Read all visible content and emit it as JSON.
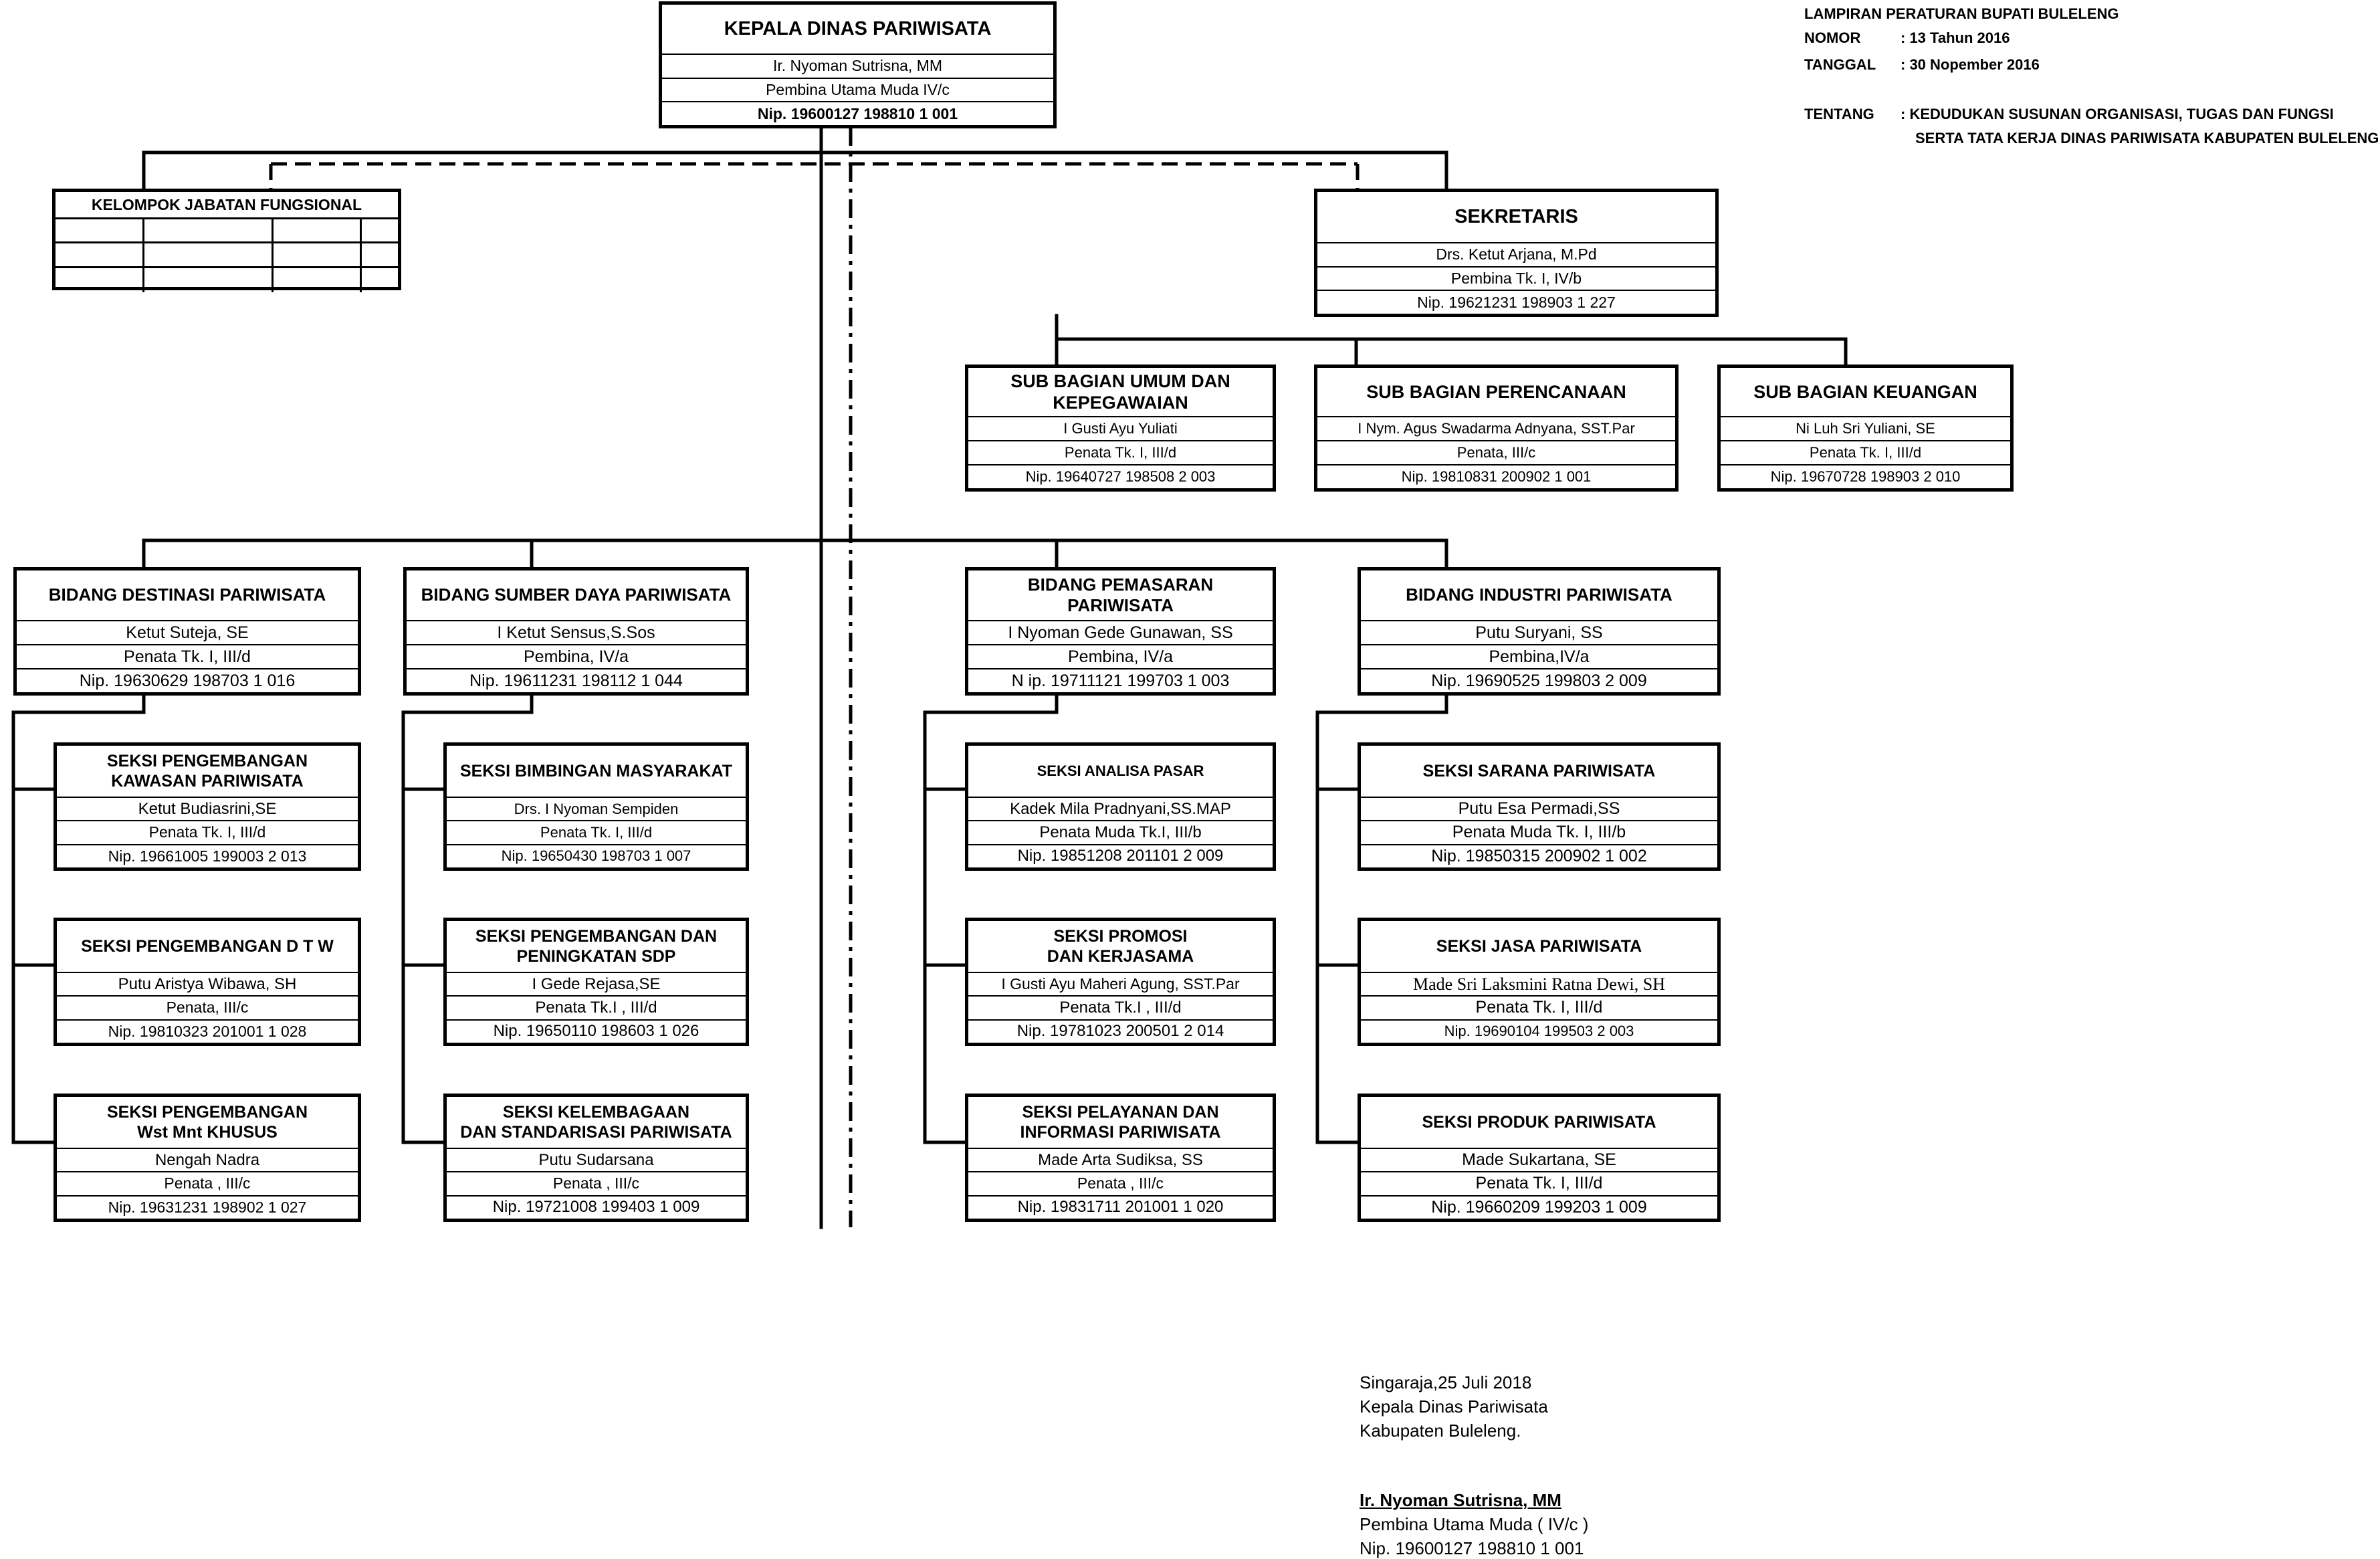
{
  "header_note": {
    "line1": "LAMPIRAN PERATURAN BUPATI BULELENG",
    "nomor_label": "NOMOR",
    "nomor_value": ": 13 Tahun 2016",
    "tanggal_label": "TANGGAL",
    "tanggal_value": ": 30 Nopember 2016",
    "tentang_label": "TENTANG",
    "tentang_value1": ": KEDUDUKAN SUSUNAN ORGANISASI, TUGAS DAN FUNGSI",
    "tentang_value2": "SERTA TATA KERJA DINAS PARIWISATA KABUPATEN BULELENG"
  },
  "kepala": {
    "title": "KEPALA DINAS PARIWISATA",
    "name": "Ir. Nyoman Sutrisna, MM",
    "rank": "Pembina Utama Muda IV/c",
    "nip": "Nip. 19600127 198810 1 001"
  },
  "fungsional": {
    "title": "KELOMPOK JABATAN FUNGSIONAL"
  },
  "sekretaris": {
    "title": "SEKRETARIS",
    "name": "Drs. Ketut Arjana, M.Pd",
    "rank": "Pembina Tk. I, IV/b",
    "nip": "Nip. 19621231 198903 1 227"
  },
  "subbagian": [
    {
      "title": "SUB BAGIAN  UMUM DAN KEPEGAWAIAN",
      "name": "I Gusti Ayu Yuliati",
      "rank": "Penata Tk. I, III/d",
      "nip": "Nip. 19640727 198508 2 003"
    },
    {
      "title": "SUB BAGIAN PERENCANAAN",
      "name": "I Nym. Agus Swadarma Adnyana, SST.Par",
      "rank": "Penata,  III/c",
      "nip": "Nip. 19810831 200902 1 001"
    },
    {
      "title": "SUB BAGIAN  KEUANGAN",
      "name": "Ni Luh Sri Yuliani, SE",
      "rank": "Penata  Tk. I, III/d",
      "nip": "Nip. 19670728 198903 2 010"
    }
  ],
  "bidang": [
    {
      "title": "BIDANG DESTINASI PARIWISATA",
      "name": "Ketut Suteja, SE",
      "rank": "Penata Tk. I, III/d",
      "nip": "Nip. 19630629 198703 1 016",
      "seksi": [
        {
          "title1": "SEKSI PENGEMBANGAN",
          "title2": "KAWASAN  PARIWISATA",
          "name": "Ketut Budiasrini,SE",
          "rank": "Penata  Tk. I, III/d",
          "nip": "Nip. 19661005 199003 2 013"
        },
        {
          "title1": "SEKSI PENGEMBANGAN D T W",
          "title2": "",
          "name": "Putu Aristya Wibawa, SH",
          "rank": "Penata, III/c",
          "nip": "Nip. 19810323 201001 1 028"
        },
        {
          "title1": "SEKSI PENGEMBANGAN",
          "title2": "Wst Mnt KHUSUS",
          "name": "Nengah Nadra",
          "rank": "Penata , III/c",
          "nip": "Nip. 19631231 198902 1 027"
        }
      ]
    },
    {
      "title": "BIDANG SUMBER DAYA PARIWISATA",
      "name": "I Ketut Sensus,S.Sos",
      "rank": "Pembina, IV/a",
      "nip": "Nip. 19611231 198112 1 044",
      "seksi": [
        {
          "title1": "SEKSI BIMBINGAN MASYARAKAT",
          "title2": "",
          "name": "Drs. I Nyoman Sempiden",
          "rank": "Penata Tk. I, III/d",
          "nip": "Nip. 19650430 198703 1 007"
        },
        {
          "title1": "SEKSI PENGEMBANGAN DAN",
          "title2": "PENINGKATAN SDP",
          "name": "I Gede Rejasa,SE",
          "rank": "Penata Tk.I , III/d",
          "nip": "Nip. 19650110 198603 1 026"
        },
        {
          "title1": "SEKSI  KELEMBAGAAN",
          "title2": "DAN STANDARISASI PARIWISATA",
          "name": "Putu Sudarsana",
          "rank": "Penata , III/c",
          "nip": "Nip. 19721008 199403 1 009"
        }
      ]
    },
    {
      "title": "BIDANG PEMASARAN PARIWISATA",
      "name": "I Nyoman Gede Gunawan, SS",
      "rank": "Pembina, IV/a",
      "nip": "N ip. 19711121 199703 1 003",
      "seksi": [
        {
          "title1": "SEKSI ANALISA PASAR",
          "title2": "",
          "name": "Kadek Mila Pradnyani,SS.MAP",
          "rank": "Penata Muda Tk.I, III/b",
          "nip": "Nip. 19851208 201101 2 009"
        },
        {
          "title1": "SEKSI  PROMOSI",
          "title2": "DAN KERJASAMA",
          "name": "I Gusti Ayu Maheri Agung, SST.Par",
          "rank": "Penata Tk.I , III/d",
          "nip": "Nip. 19781023 200501 2 014"
        },
        {
          "title1": "SEKSI PELAYANAN DAN",
          "title2": "INFORMASI PARIWISATA",
          "name": "Made Arta Sudiksa, SS",
          "rank": "Penata , III/c",
          "nip": "Nip. 19831711 201001 1 020"
        }
      ]
    },
    {
      "title": "BIDANG INDUSTRI PARIWISATA",
      "name": "Putu Suryani, SS",
      "rank": "Pembina,IV/a",
      "nip": "Nip. 19690525 199803 2 009",
      "seksi": [
        {
          "title1": "SEKSI SARANA PARIWISATA",
          "title2": "",
          "name": "Putu Esa Permadi,SS",
          "rank": "Penata Muda Tk. I, III/b",
          "nip": "Nip. 19850315 200902 1 002"
        },
        {
          "title1": "SEKSI JASA PARIWISATA",
          "title2": "",
          "name": "Made Sri Laksmini Ratna Dewi, SH",
          "rank": "Penata Tk. I, III/d",
          "nip": "Nip. 19690104 199503 2 003"
        },
        {
          "title1": "SEKSI PRODUK PARIWISATA",
          "title2": "",
          "name": "Made Sukartana, SE",
          "rank": "Penata Tk. I, III/d",
          "nip": "Nip. 19660209 199203 1 009"
        }
      ]
    }
  ],
  "signature": {
    "place_date": "Singaraja,25 Juli 2018",
    "position": "Kepala Dinas Pariwisata",
    "region": "Kabupaten Buleleng.",
    "name": "Ir. Nyoman Sutrisna, MM",
    "rank": "Pembina Utama Muda ( IV/c )",
    "nip": "Nip. 19600127 198810 1 001"
  }
}
